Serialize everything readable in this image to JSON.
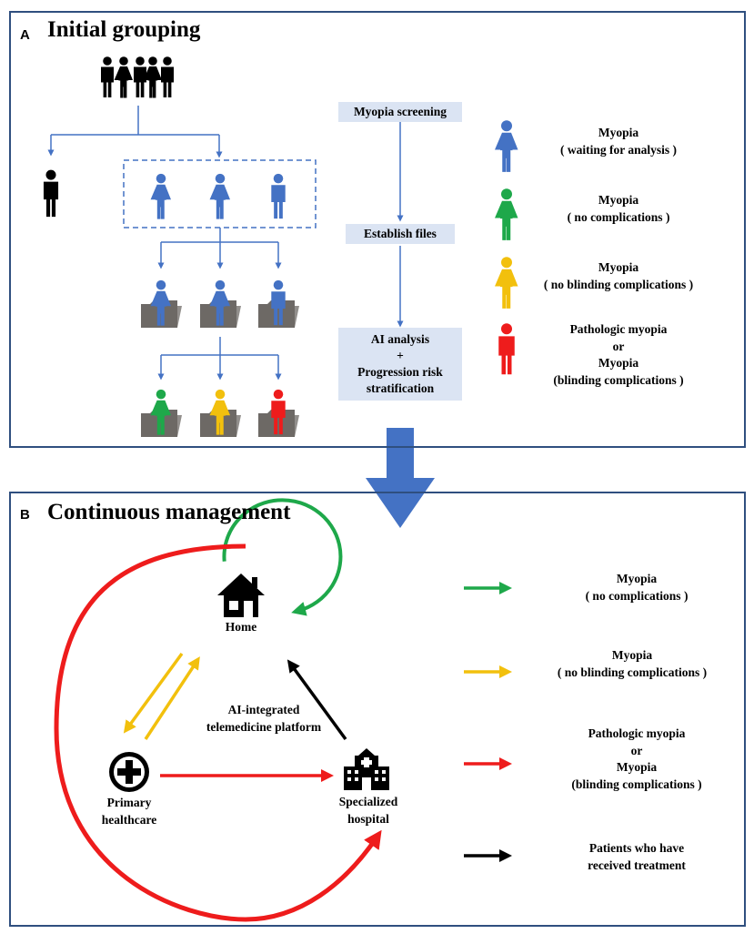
{
  "panel_a": {
    "letter": "A",
    "title": "Initial grouping",
    "steps": [
      {
        "label": "Myopia screening"
      },
      {
        "label": "Establish files"
      },
      {
        "lines": [
          "AI analysis",
          "+",
          "Progression risk",
          "stratification"
        ]
      }
    ],
    "legend": [
      {
        "color": "#4472c4",
        "lines": [
          "Myopia",
          "( waiting for analysis )"
        ]
      },
      {
        "color": "#1ea84a",
        "lines": [
          "Myopia",
          "( no complications )"
        ]
      },
      {
        "color": "#f2c00d",
        "lines": [
          "Myopia",
          "( no blinding complications )"
        ]
      },
      {
        "color": "#ee1c1c",
        "lines": [
          "Pathologic myopia",
          "or",
          "Myopia",
          "(blinding complications )"
        ]
      }
    ]
  },
  "panel_b": {
    "letter": "B",
    "title": "Continuous management",
    "home_label": "Home",
    "platform_lines": [
      "AI-integrated",
      "telemedicine platform"
    ],
    "primary_lines": [
      "Primary",
      "healthcare"
    ],
    "hospital_lines": [
      "Specialized",
      "hospital"
    ],
    "legend": [
      {
        "color": "#1ea84a",
        "lines": [
          "Myopia",
          "( no complications )"
        ]
      },
      {
        "color": "#f2c00d",
        "lines": [
          "Myopia",
          "( no blinding complications )"
        ]
      },
      {
        "color": "#ee1c1c",
        "lines": [
          "Pathologic myopia",
          "or",
          "Myopia",
          "(blinding complications )"
        ]
      },
      {
        "color": "#000000",
        "lines": [
          "Patients who have",
          "received treatment"
        ]
      }
    ]
  },
  "colors": {
    "blue": "#4472c4",
    "green": "#1ea84a",
    "yellow": "#f2c00d",
    "red": "#ee1c1c",
    "folder": "#6d6966",
    "box_fill": "#dbe4f3",
    "frame": "#2f4f7f"
  },
  "icons": [
    "person-icon",
    "folder-icon",
    "house-icon",
    "medical-cross-icon",
    "hospital-icon"
  ]
}
